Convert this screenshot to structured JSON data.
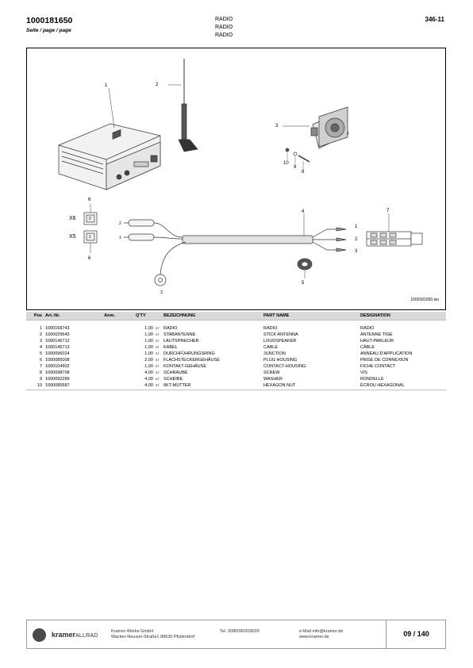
{
  "header": {
    "doc_code": "1000181650",
    "subtitle": "Seite / page / page",
    "titles": [
      "RADIO",
      "RADIO",
      "RADIO"
    ],
    "group_code": "346-11"
  },
  "drawing": {
    "reference": "1000181650.iso",
    "callouts": [
      "1",
      "2",
      "3",
      "4",
      "5",
      "6",
      "6",
      "7",
      "8",
      "9",
      "10",
      "1",
      "2",
      "3",
      "2",
      "1",
      "X6",
      "X5",
      "2",
      "1",
      "3"
    ]
  },
  "table": {
    "headers": [
      "Pos",
      "Art.-Nr.",
      "Anm.",
      "Q'TY",
      "BEZEICHNUNG",
      "PART NAME",
      "DESIGNATION"
    ],
    "unit": "ST",
    "rows": [
      {
        "pos": "1",
        "art": "1000168743",
        "qty": "1,00",
        "de": "RADIO",
        "en": "RADIO",
        "fr": "RADIO"
      },
      {
        "pos": "2",
        "art": "1000029643",
        "qty": "1,00",
        "de": "STABANTENNE",
        "en": "STICK ANTENNA",
        "fr": "ANTENNE TIGE"
      },
      {
        "pos": "3",
        "art": "1000146712",
        "qty": "1,00",
        "de": "LAUTSPRECHER",
        "en": "LOUDSPEAKER",
        "fr": "HAUT-PARLEUR"
      },
      {
        "pos": "4",
        "art": "1000146713",
        "qty": "1,00",
        "de": "KABEL",
        "en": "CABLE",
        "fr": "CÂBLE"
      },
      {
        "pos": "5",
        "art": "1000096024",
        "qty": "1,00",
        "de": "DURCHFÜHRUNGSRING",
        "en": "JUNCTION",
        "fr": "ANNEAU D'APPLICATION"
      },
      {
        "pos": "6",
        "art": "1000085008",
        "qty": "2,00",
        "de": "FLACHSTECKERGEHÄUSE",
        "en": "PLUG HOUSING",
        "fr": "PRISE DE CONNEXION"
      },
      {
        "pos": "7",
        "art": "1000104902",
        "qty": "1,00",
        "de": "KONTAKT-GEHÄUSE",
        "en": "CONTACT-HOUSING",
        "fr": "FICHE CONTACT"
      },
      {
        "pos": "8",
        "art": "1000098708",
        "qty": "4,00",
        "de": "SCHRAUBE",
        "en": "SCREW",
        "fr": "VIS"
      },
      {
        "pos": "9",
        "art": "1000092289",
        "qty": "4,00",
        "de": "SCHEIBE",
        "en": "WASHER",
        "fr": "RONDELLE"
      },
      {
        "pos": "10",
        "art": "1000085587",
        "qty": "4,00",
        "de": "6KT-MUTTER",
        "en": "HEXAGON NUT",
        "fr": "ÉCROU HEXAGONAL"
      }
    ]
  },
  "footer": {
    "brand_bold": "kramer",
    "brand_thin": "ALLRAD",
    "company_line1": "Kramer-Werke GmbH",
    "company_line2": "Wacker-Neuson-Straße1  88630 Pfullendorf",
    "phone": "Tel. 0080090209020",
    "email": "e-Mail info@kramer.de",
    "web": "www.kramer.de",
    "page": "09 / 140"
  },
  "colors": {
    "table_header_bg": "#d9d9d9",
    "border": "#9a9a9a",
    "logo": "#4a4a4a"
  }
}
